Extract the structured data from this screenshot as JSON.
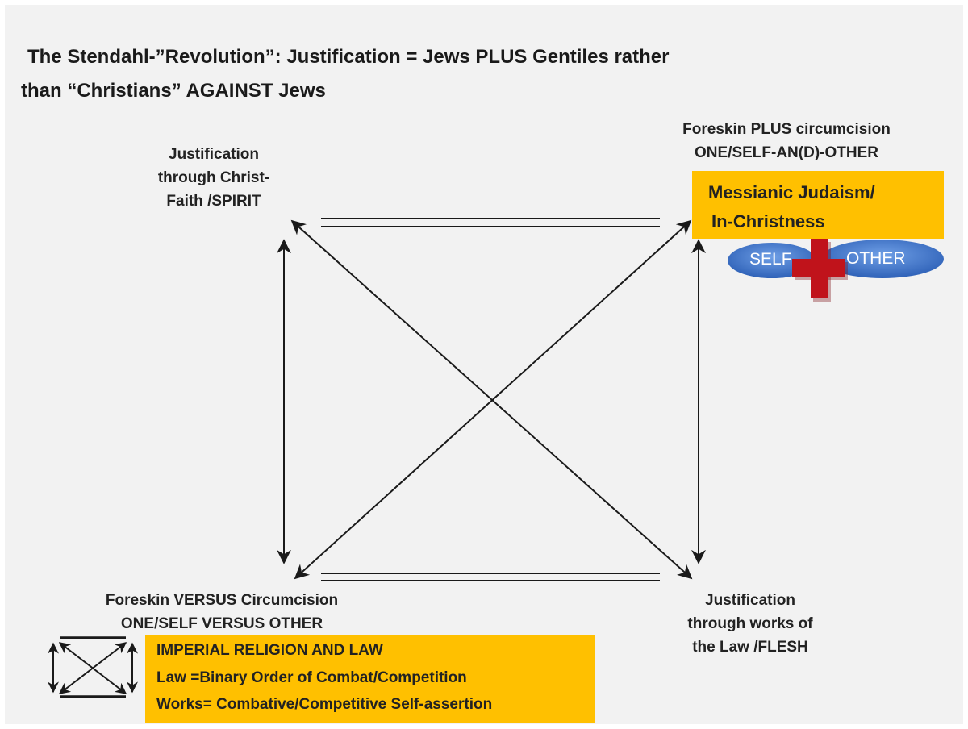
{
  "title": {
    "line1": "The Stendahl-”Revolution”: Justification = Jews PLUS Gentiles  rather",
    "line2": "than “Christians” AGAINST  Jews"
  },
  "corners": {
    "top_left": {
      "lines": [
        "Justification",
        "through Christ-",
        "Faith /SPIRIT"
      ]
    },
    "top_right": {
      "lines": [
        "Foreskin  PLUS circumcision",
        "ONE/SELF-AN(D)-OTHER"
      ]
    },
    "bottom_left": {
      "lines": [
        "Foreskin  VERSUS Circumcision",
        "ONE/SELF  VERSUS OTHER"
      ]
    },
    "bottom_right": {
      "lines": [
        "Justification",
        "through works of",
        "the Law /FLESH"
      ]
    }
  },
  "messianic_box": {
    "lines": [
      "Messianic Judaism/",
      "In-Christness"
    ]
  },
  "self_other": {
    "self": "SELF",
    "other": "OTHER"
  },
  "imperial_box": {
    "heading": "IMPERIAL RELIGION AND LAW",
    "line1": "Law =Binary Order of Combat/Competition",
    "line2": "Works= Combative/Competitive Self-assertion"
  },
  "colors": {
    "background": "#f2f2f2",
    "highlight_box": "#ffc000",
    "ellipse": "#4a7fcf",
    "cross": "#c0131b",
    "arrows": "#1a1a1a"
  }
}
